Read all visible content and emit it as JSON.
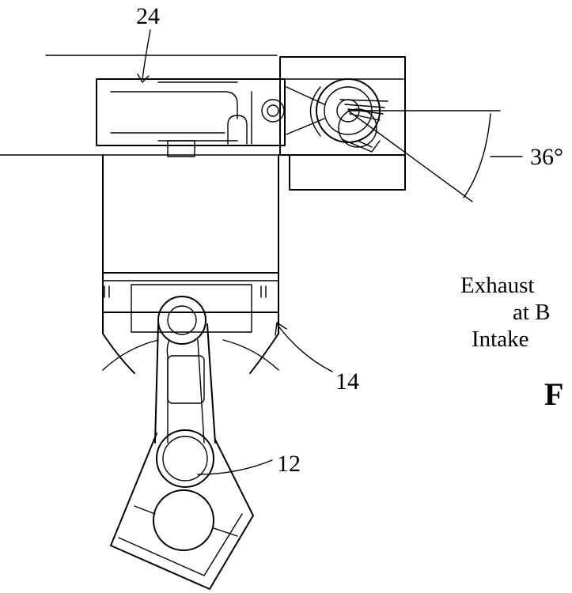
{
  "labels": {
    "ref_24": "24",
    "ref_14": "14",
    "ref_12": "12",
    "angle": "36°"
  },
  "caption": {
    "line1": "Exhaust",
    "line2": "at B",
    "line3": "Intake"
  },
  "figure_label": "F"
}
